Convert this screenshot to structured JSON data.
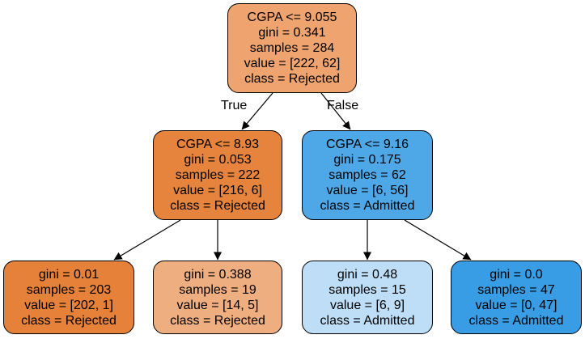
{
  "nodes": [
    {
      "lines": [
        "CGPA <= 9.055",
        "gini = 0.341",
        "samples = 284",
        "value = [222, 62]",
        "class = Rejected"
      ],
      "fill": "#efa46f"
    },
    {
      "lines": [
        "CGPA <= 8.93",
        "gini = 0.053",
        "samples = 222",
        "value = [216, 6]",
        "class = Rejected"
      ],
      "fill": "#e6843e"
    },
    {
      "lines": [
        "CGPA <= 9.16",
        "gini = 0.175",
        "samples = 62",
        "value = [6, 56]",
        "class = Admitted"
      ],
      "fill": "#4ea8e8"
    },
    {
      "lines": [
        "gini = 0.01",
        "samples = 203",
        "value = [202, 1]",
        "class = Rejected"
      ],
      "fill": "#e58139"
    },
    {
      "lines": [
        "gini = 0.388",
        "samples = 19",
        "value = [14, 5]",
        "class = Rejected"
      ],
      "fill": "#eeae80"
    },
    {
      "lines": [
        "gini = 0.48",
        "samples = 15",
        "value = [6, 9]",
        "class = Admitted"
      ],
      "fill": "#bddef6"
    },
    {
      "lines": [
        "gini = 0.0",
        "samples = 47",
        "value = [0, 47]",
        "class = Admitted"
      ],
      "fill": "#399de5"
    }
  ],
  "edge_labels": {
    "true": "True",
    "false": "False"
  },
  "colors": {
    "border": "#000000",
    "edge": "#000000"
  }
}
